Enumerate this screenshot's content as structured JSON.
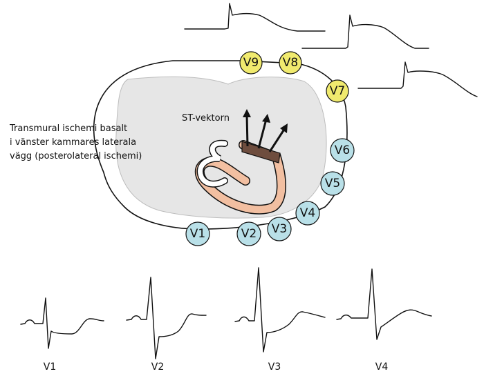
{
  "caption": {
    "line1": "Transmural ischemi basalt",
    "line2": "i vänster kammares laterala",
    "line3": "vägg (posterolateral ischemi)"
  },
  "vector_label": "ST-vektorn",
  "posterior_leads": [
    {
      "id": "V9",
      "color": "#f0ea6e"
    },
    {
      "id": "V8",
      "color": "#f0ea6e"
    },
    {
      "id": "V7",
      "color": "#f0ea6e"
    }
  ],
  "precordial_leads": [
    {
      "id": "V1",
      "color": "#b9e0e8"
    },
    {
      "id": "V2",
      "color": "#b9e0e8"
    },
    {
      "id": "V3",
      "color": "#b9e0e8"
    },
    {
      "id": "V4",
      "color": "#b9e0e8"
    },
    {
      "id": "V5",
      "color": "#b9e0e8"
    },
    {
      "id": "V6",
      "color": "#b9e0e8"
    }
  ],
  "bottom_labels": [
    "V1",
    "V2",
    "V3",
    "V4"
  ],
  "colors": {
    "lung_gray": "#e6e6e6",
    "myocardium": "#f2bfa1",
    "ischemic_zone": "#6e4d3e"
  }
}
